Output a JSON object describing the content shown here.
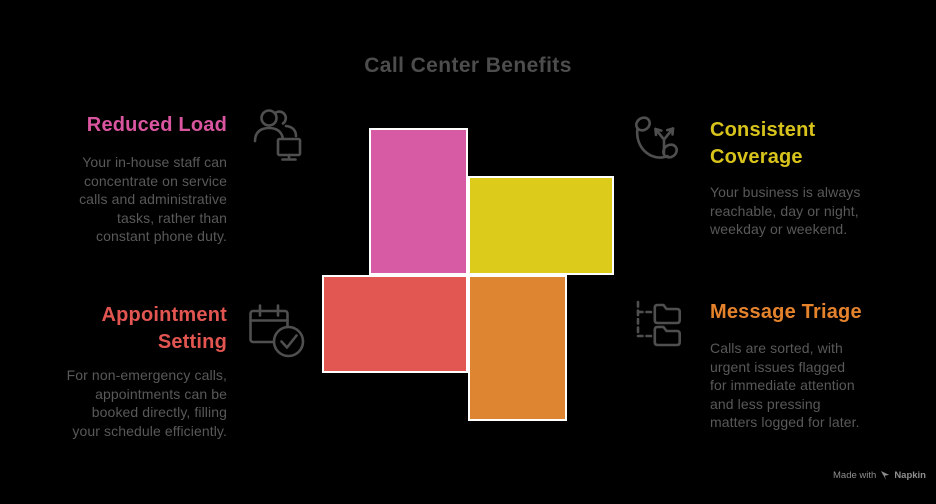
{
  "title": "Call Center Benefits",
  "colors": {
    "background": "#000000",
    "title_text": "#4d4d4d",
    "body_text": "#595959",
    "icon_stroke": "#4f4f4f",
    "pink": "#d65ba4",
    "yellow": "#ddcb1c",
    "red": "#e25751",
    "orange": "#dd8531",
    "divider_white": "#ffffff",
    "watermark_text": "#8f8f8f"
  },
  "sections": [
    {
      "id": "reduced-load",
      "heading": "Reduced Load",
      "heading_color": "#d9559f",
      "icon": "people-monitor-icon",
      "body": "Your in-house staff can\nconcentrate on service\ncalls and administrative\ntasks, rather than\nconstant phone duty."
    },
    {
      "id": "consistent-coverage",
      "heading": "Consistent\nCoverage",
      "heading_color": "#d7c31b",
      "icon": "phone-routing-icon",
      "body": "Your business is always\nreachable, day or night,\nweekday or weekend."
    },
    {
      "id": "appointment-setting",
      "heading": "Appointment\nSetting",
      "heading_color": "#e25551",
      "icon": "calendar-check-icon",
      "body": "For non-emergency calls,\nappointments can be\nbooked directly, filling\nyour schedule efficiently."
    },
    {
      "id": "message-triage",
      "heading": "Message Triage",
      "heading_color": "#e5832d",
      "icon": "folder-triage-icon",
      "body": "Calls are sorted, with\nurgent issues flagged\nfor immediate attention\nand less pressing\nmatters logged for later."
    }
  ],
  "pinwheel": {
    "blocks": [
      {
        "name": "pink-block",
        "color": "#d65ba4"
      },
      {
        "name": "yellow-block",
        "color": "#ddcb1c"
      },
      {
        "name": "red-block",
        "color": "#e25751"
      },
      {
        "name": "orange-block",
        "color": "#dd8531"
      }
    ],
    "border_color": "#ffffff"
  },
  "watermark": {
    "prefix": "Made with",
    "brand": "Napkin"
  }
}
